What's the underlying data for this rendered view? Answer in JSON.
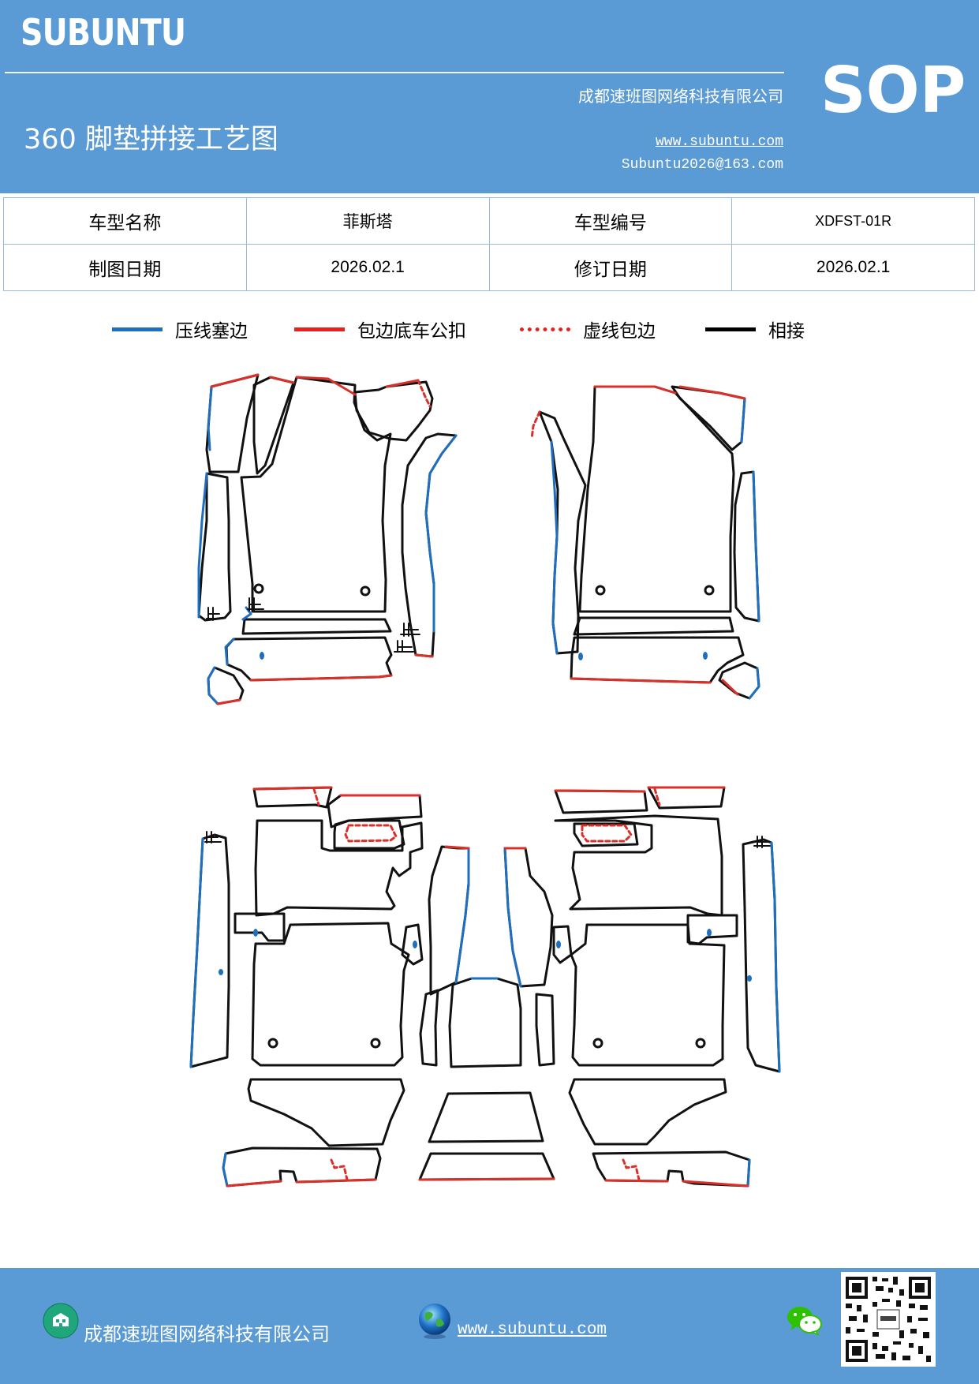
{
  "header": {
    "brand": "SUBUNTU",
    "company": "成都速班图网络科技有限公司",
    "title": "360 脚垫拼接工艺图",
    "website": "www.subuntu.com",
    "email": "Subuntu2026@163.com",
    "badge": "SOP"
  },
  "info_table": {
    "model_name_label": "车型名称",
    "model_name_value": "菲斯塔",
    "model_code_label": "车型编号",
    "model_code_value": "XDFST-01R",
    "draw_date_label": "制图日期",
    "draw_date_value": "2026.02.1",
    "revise_date_label": "修订日期",
    "revise_date_value": "2026.02.1"
  },
  "legend": [
    {
      "label": "压线塞边",
      "color": "#1f6fbf",
      "style": "solid"
    },
    {
      "label": "包边底车公扣",
      "color": "#e8211d",
      "style": "solid"
    },
    {
      "label": "虚线包边",
      "color": "#e8211d",
      "style": "dotted"
    },
    {
      "label": "相接",
      "color": "#000000",
      "style": "solid"
    }
  ],
  "colors": {
    "primary": "#5b9bd5",
    "blue_edge": "#1f6fbf",
    "red_edge": "#d9302a",
    "black_edge": "#111111"
  },
  "footer": {
    "company": "成都速班图网络科技有限公司",
    "website": "www.subuntu.com ",
    "icons": [
      "building-icon",
      "globe-icon",
      "wechat-icon",
      "qr-code"
    ]
  }
}
